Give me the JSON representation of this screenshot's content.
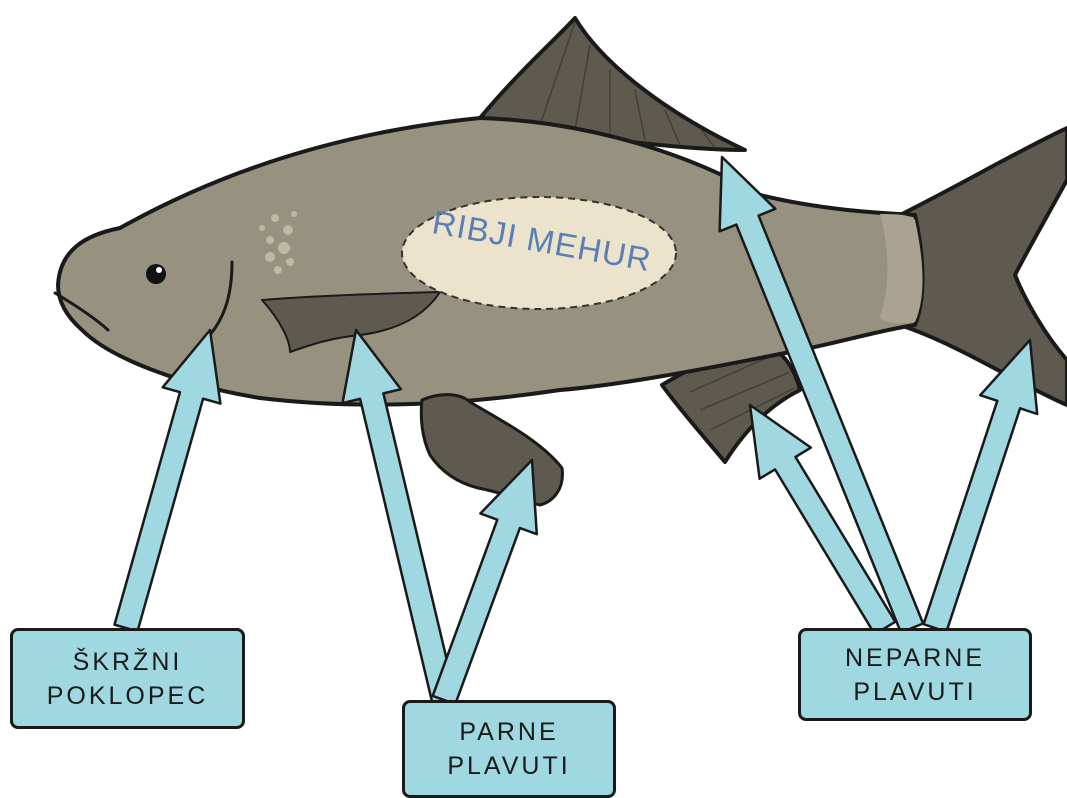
{
  "bladder_label": "RIBJI MEHUR",
  "labels": {
    "gill_cover": [
      "ŠKRŽNI",
      "POKLOPEC"
    ],
    "paired_fins": [
      "PARNE",
      "PLAVUTI"
    ],
    "unpaired_fins": [
      "NEPARNE",
      "PLAVUTI"
    ]
  },
  "colors": {
    "fish_body": "#97917f",
    "fin": "#5f5a4f",
    "bladder_fill": "#ece3cc",
    "arrow": "#9fd8e0",
    "bladder_text": "#5a7fb5",
    "outline": "#1a1a1a"
  }
}
